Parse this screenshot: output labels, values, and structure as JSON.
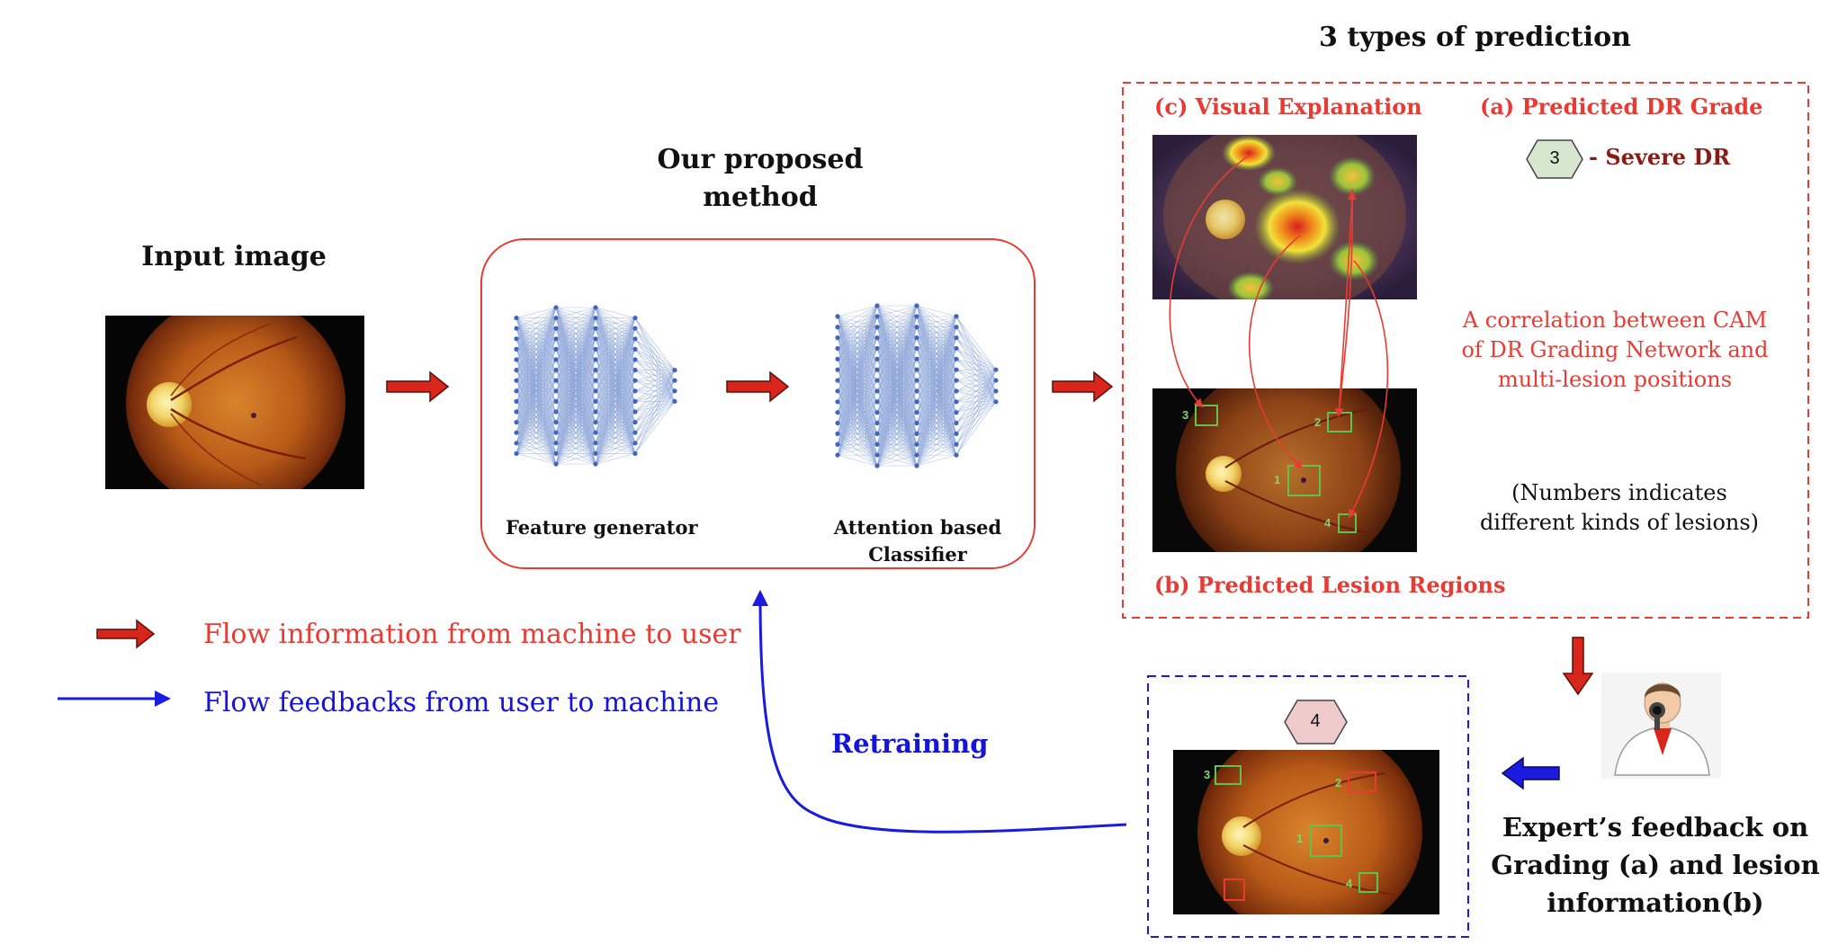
{
  "titles": {
    "input_image": "Input image",
    "proposed_method_line1": "Our proposed",
    "proposed_method_line2": "method",
    "three_types": "3 types of prediction",
    "feature_generator": "Feature generator",
    "classifier_line1": "Attention based",
    "classifier_line2": "Classifier"
  },
  "prediction": {
    "visual_explanation": "(c) Visual Explanation",
    "predicted_grade": "(a) Predicted DR Grade",
    "grade_value": "3",
    "grade_label": "-  Severe DR",
    "correlation_line1": "A correlation between CAM",
    "correlation_line2": "of DR Grading Network and",
    "correlation_line3": "multi-lesion positions",
    "numbers_note_line1": "(Numbers indicates",
    "numbers_note_line2": "different kinds of lesions)",
    "lesion_regions": "(b) Predicted Lesion Regions",
    "lesion_numbers": [
      "1",
      "2",
      "3",
      "4"
    ]
  },
  "feedback": {
    "corrected_grade": "4",
    "lesion_numbers": [
      "1",
      "2",
      "3",
      "4"
    ],
    "expert_line1": "Expert’s feedback on",
    "expert_line2": "Grading (a) and lesion",
    "expert_line3": "information(b)",
    "retraining": "Retraining"
  },
  "legend": {
    "machine_to_user": "Flow information from machine to user",
    "user_to_machine": "Flow feedbacks from user to machine"
  },
  "colors": {
    "red_text": "#e83b33",
    "dark_red_text": "#8b1a14",
    "blue_text": "#1515d8",
    "arrow_red": "#d9261c",
    "arrow_blue": "#1a1ae0",
    "lesion_box": "#5fc24a",
    "grade_hex_fill": "#d7e6cf",
    "feedback_hex_fill": "#efcaca"
  },
  "icons": [
    "red-flow-arrow",
    "blue-feedback-arrow",
    "retina-image",
    "neural-network",
    "expert-doctor-icon"
  ]
}
